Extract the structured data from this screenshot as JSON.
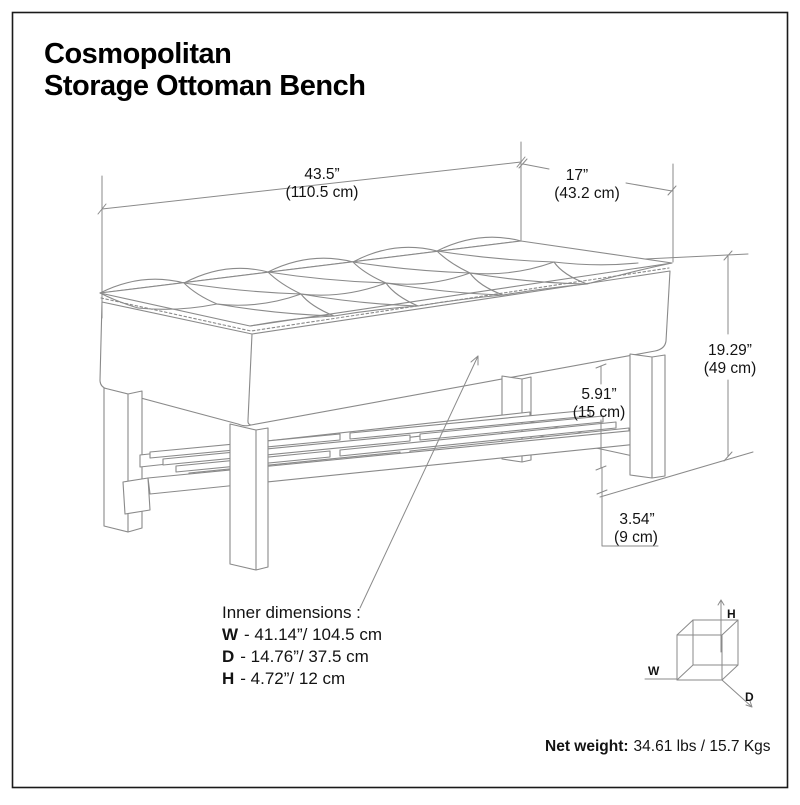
{
  "window": {
    "border_color": "#1a1a1a",
    "background": "#ffffff"
  },
  "title": {
    "line1": "Cosmopolitan",
    "line2": "Storage Ottoman Bench"
  },
  "dimensions": {
    "width": {
      "inches": "43.5”",
      "metric": "(110.5 cm)"
    },
    "depth": {
      "inches": "17”",
      "metric": "(43.2 cm)"
    },
    "height": {
      "inches": "19.29”",
      "metric": "(49 cm)"
    },
    "shelf_clearance": {
      "inches": "5.91”",
      "metric": "(15 cm)"
    },
    "base_clearance": {
      "inches": "3.54”",
      "metric": "(9 cm)"
    }
  },
  "inner_dimensions": {
    "heading": "Inner dimensions :",
    "rows": [
      {
        "axis": "W",
        "value": "- 41.14”/ 104.5 cm"
      },
      {
        "axis": "D",
        "value": "- 14.76”/ 37.5 cm"
      },
      {
        "axis": "H",
        "value": "- 4.72”/ 12 cm"
      }
    ]
  },
  "net_weight": {
    "label": "Net weight:",
    "value": "34.61 lbs / 15.7 Kgs"
  },
  "orientation_cube": {
    "height_axis": "H",
    "width_axis": "W",
    "depth_axis": "D"
  },
  "style": {
    "line_color": "#8a8a8a",
    "text_color": "#131313"
  }
}
